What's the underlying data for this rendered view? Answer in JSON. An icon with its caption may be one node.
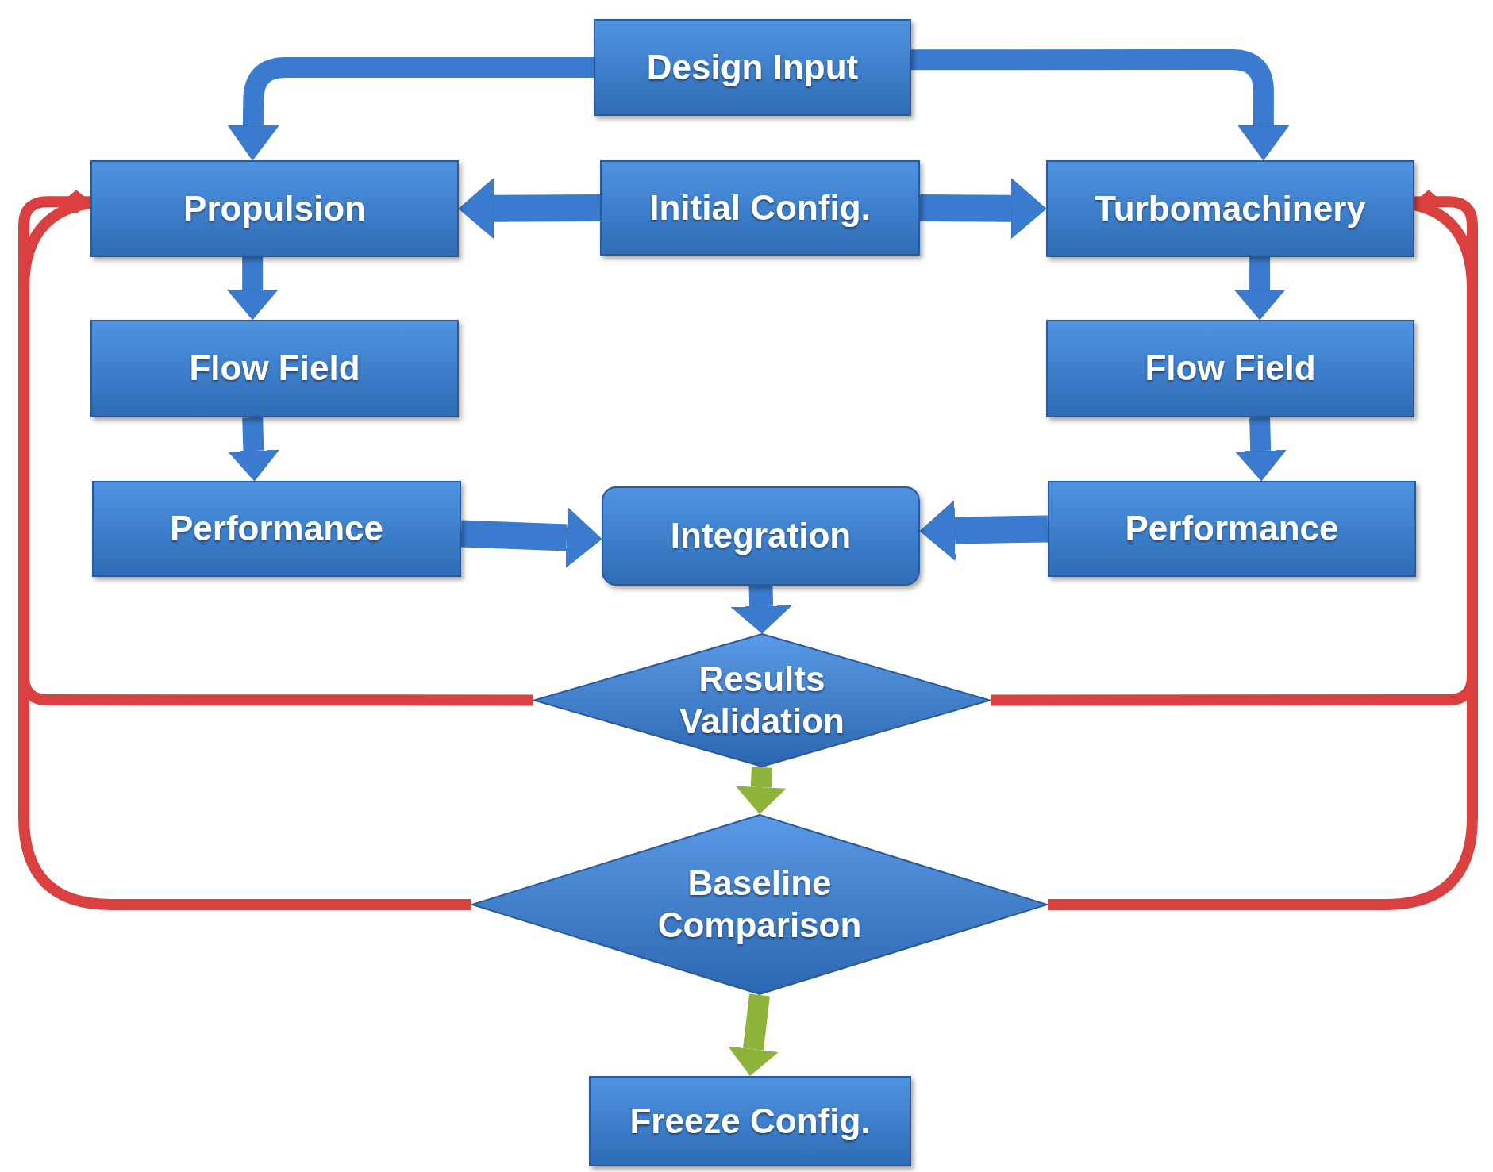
{
  "diagram": {
    "nodes": [
      {
        "text": [
          "Design Input"
        ]
      },
      {
        "text": [
          "Propulsion"
        ]
      },
      {
        "text": [
          "Initial Config."
        ]
      },
      {
        "text": [
          "Turbomachinery"
        ]
      },
      {
        "text": [
          "Flow Field"
        ]
      },
      {
        "text": [
          "Flow Field"
        ]
      },
      {
        "text": [
          "Performance"
        ]
      },
      {
        "text": [
          "Integration"
        ]
      },
      {
        "text": [
          "Performance"
        ]
      },
      {
        "text": [
          "Results Validation"
        ]
      },
      {
        "text": [
          "Baseline Comparison"
        ]
      },
      {
        "text": [
          "Freeze Config."
        ]
      }
    ],
    "edges": [
      {
        "from": 0,
        "to": 1,
        "arrow": "to"
      },
      {
        "from": 0,
        "to": 3,
        "arrow": "to"
      },
      {
        "from": 2,
        "to": 1,
        "arrow": "to"
      },
      {
        "from": 2,
        "to": 3,
        "arrow": "to"
      },
      {
        "from": 1,
        "to": 4,
        "arrow": "to"
      },
      {
        "from": 4,
        "to": 6,
        "arrow": "to"
      },
      {
        "from": 3,
        "to": 5,
        "arrow": "to"
      },
      {
        "from": 5,
        "to": 8,
        "arrow": "to"
      },
      {
        "from": 6,
        "to": 7,
        "arrow": "to"
      },
      {
        "from": 8,
        "to": 7,
        "arrow": "to"
      },
      {
        "from": 7,
        "to": 9,
        "arrow": "to"
      },
      {
        "from": 9,
        "to": 10,
        "arrow": "to",
        "color": "#8db33a"
      },
      {
        "from": 10,
        "to": 11,
        "arrow": "to",
        "color": "#8db33a"
      },
      {
        "from": 9,
        "to": 1,
        "arrow": "to",
        "color": "#d9403f"
      },
      {
        "from": 9,
        "to": 3,
        "arrow": "to",
        "color": "#d9403f"
      },
      {
        "from": 10,
        "to": 1,
        "arrow": "to",
        "color": "#d9403f"
      },
      {
        "from": 10,
        "to": 3,
        "arrow": "to",
        "color": "#d9403f"
      }
    ]
  }
}
